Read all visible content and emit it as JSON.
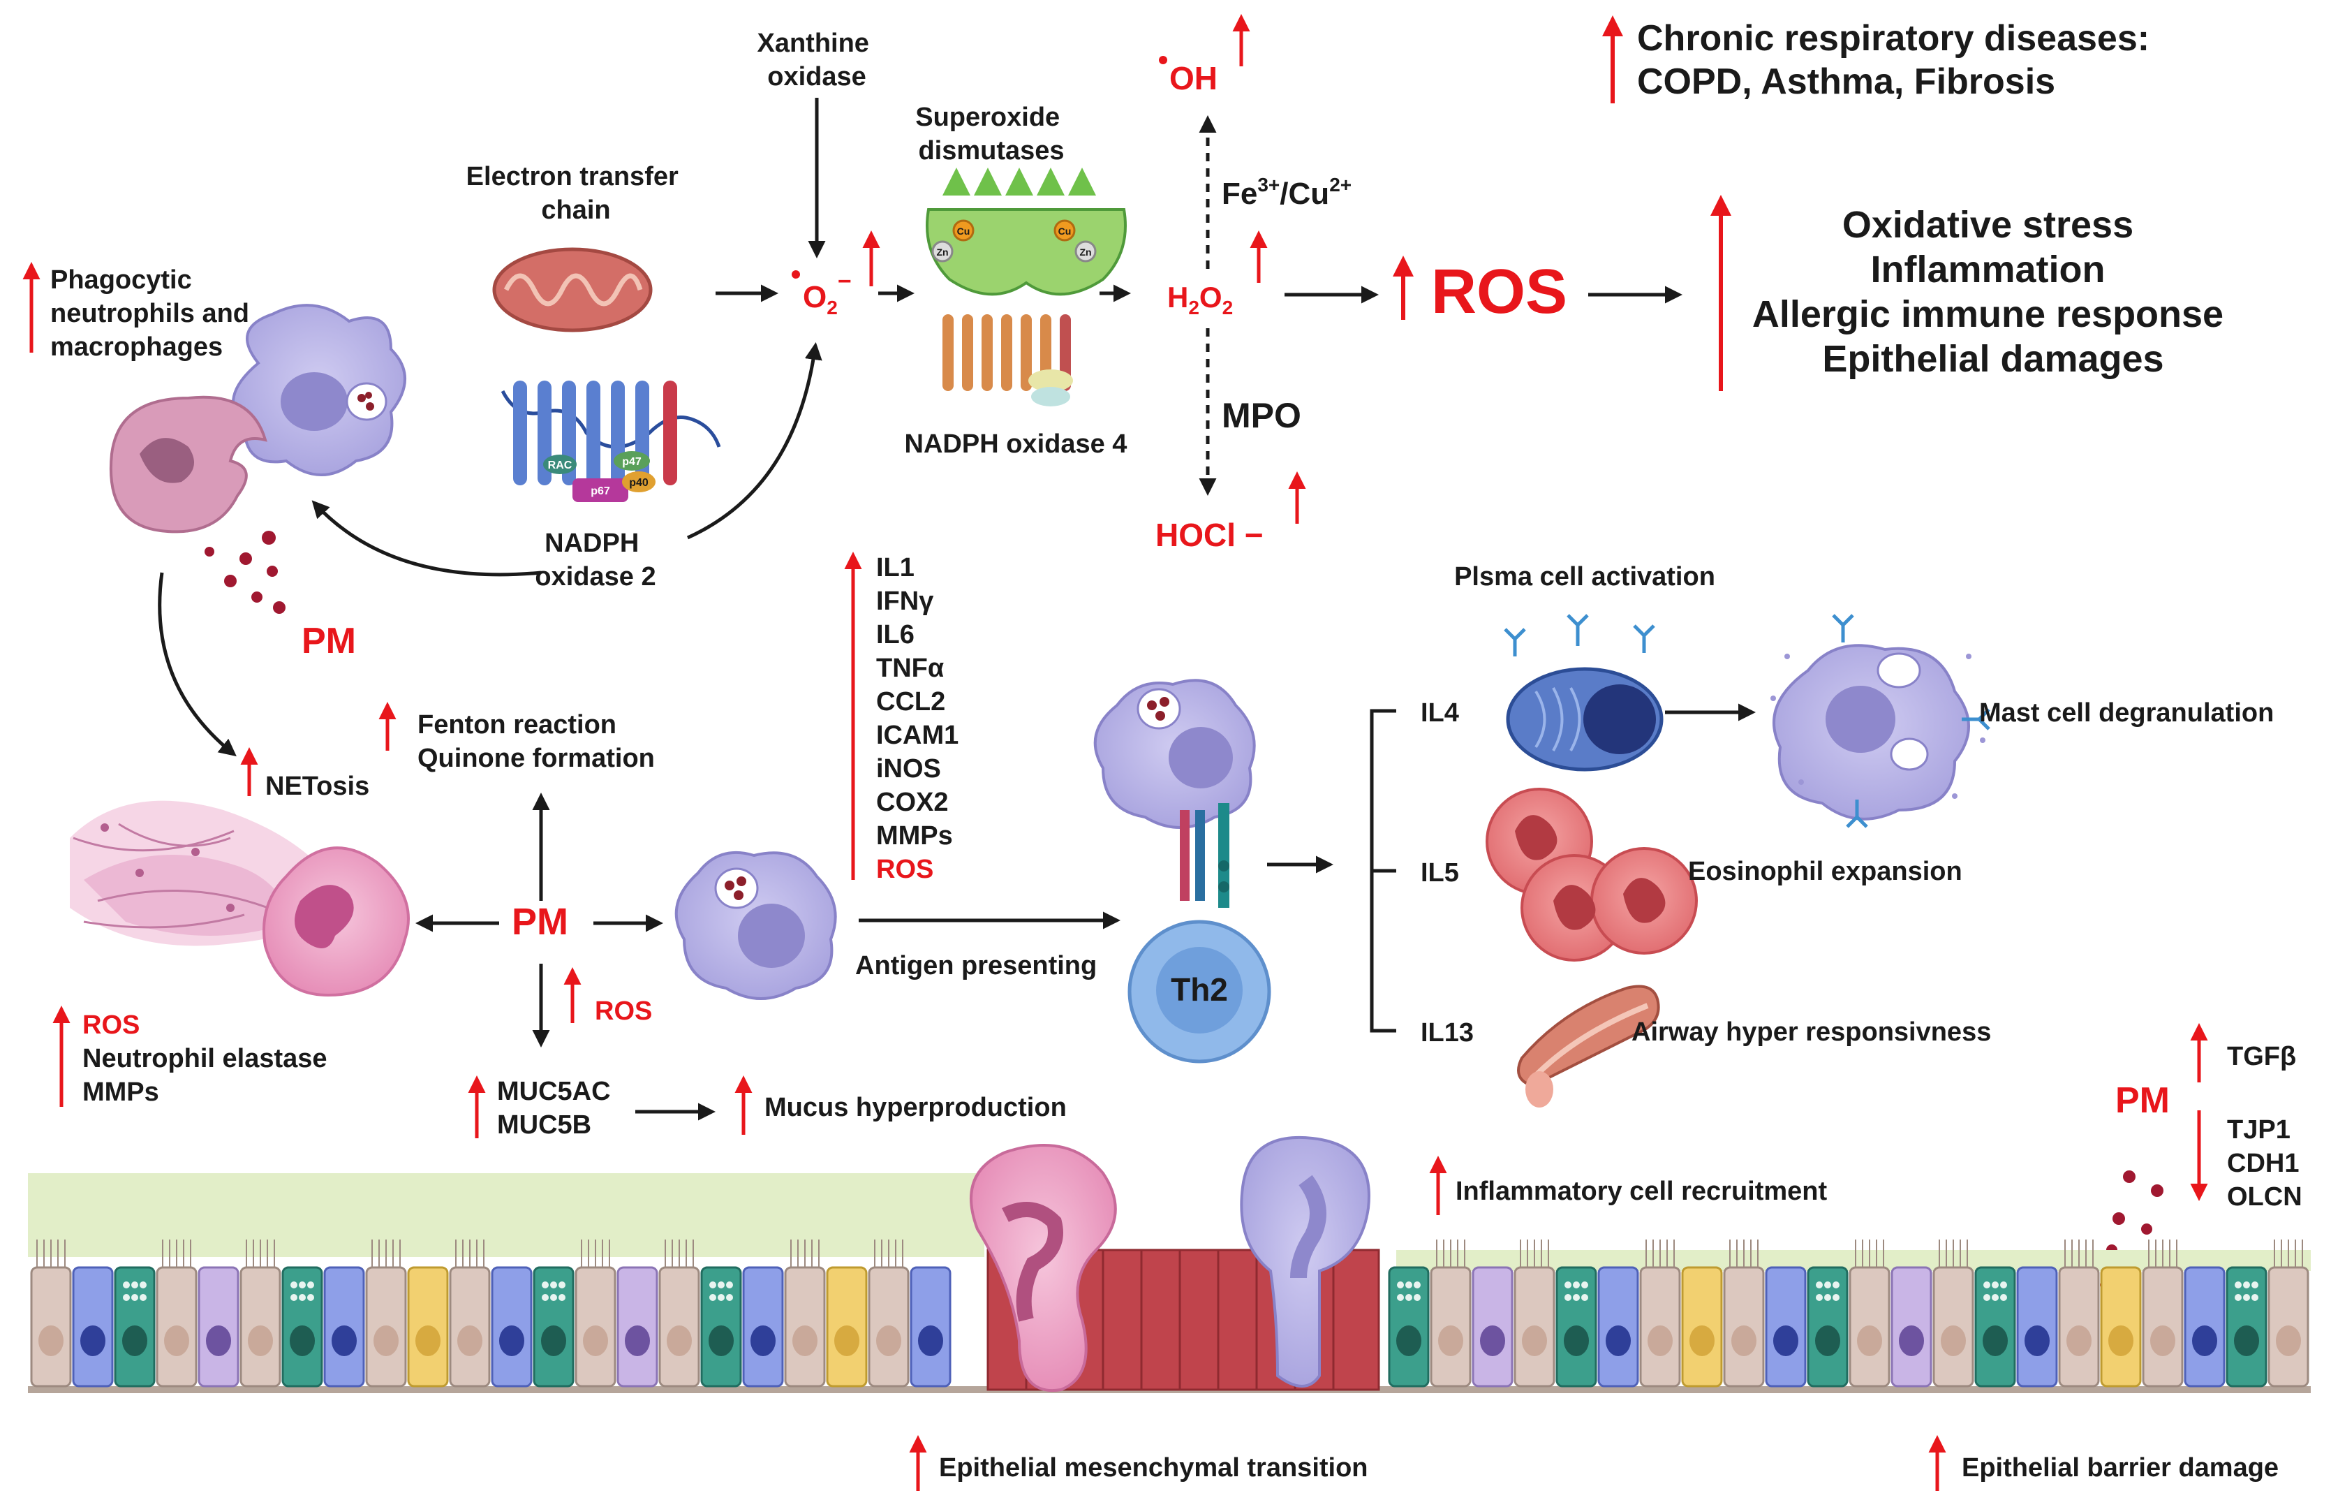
{
  "colors": {
    "red": "#e8161b",
    "text": "#1a1a1a",
    "arrow": "#1a1a1a",
    "mucus_layer": "#e2eec8",
    "epithelium_basal": "#cdbfb6",
    "mesenchymal_cells": "#c0444c",
    "immune_cell": "#b8b3e6",
    "neutrophil": "#ea9fc4"
  },
  "top": {
    "xanthine_oxidase": [
      "Xanthine",
      "oxidase"
    ],
    "electron_transfer_chain": [
      "Electron transfer",
      "chain"
    ],
    "superoxide_dismutases": [
      "Superoxide",
      "dismutases"
    ],
    "nadph_oxidase_4": "NADPH oxidase 4",
    "nadph_oxidase_2": [
      "NADPH",
      "oxidase 2"
    ],
    "superoxide": "O2−",
    "hydroxyl_radical": "OH",
    "metal_ions": "Fe3+/Cu2+",
    "hydrogen_peroxide": "H2O2",
    "mpo": "MPO",
    "hypochlorite": "HOCl −",
    "ros_big": "ROS",
    "chronic_diseases": [
      "Chronic respiratory diseases:",
      "COPD, Asthma, Fibrosis"
    ],
    "outcomes": [
      "Oxidative stress",
      "Inflammation",
      "Allergic immune response",
      "Epithelial damages"
    ],
    "enzyme_labels": [
      "Cu",
      "Zn",
      "RAC",
      "p47",
      "p67",
      "p40"
    ]
  },
  "left": {
    "phagocytic": [
      "Phagocytic",
      "neutrophils and",
      "macrophages"
    ],
    "pm_top": "PM",
    "netosis": "NETosis",
    "fenton": [
      "Fenton reaction",
      "Quinone formation"
    ],
    "pm_center": "PM",
    "neutrophil_products": [
      "ROS",
      "Neutrophil elastase",
      "MMPs"
    ],
    "pm_ros": "ROS",
    "mucins": [
      "MUC5AC",
      "MUC5B"
    ],
    "mucus": "Mucus hyperproduction"
  },
  "middle": {
    "cytokines": [
      "IL1",
      "IFNγ",
      "IL6",
      "TNFα",
      "CCL2",
      "ICAM1",
      "iNOS",
      "COX2",
      "MMPs",
      "ROS"
    ],
    "antigen_presenting": "Antigen presenting",
    "th2": "Th2"
  },
  "right": {
    "plasma_cell": "Plsma cell activation",
    "interleukins": [
      "IL4",
      "IL5",
      "IL13"
    ],
    "mast_cell": "Mast cell degranulation",
    "eosinophil": "Eosinophil expansion",
    "airway": "Airway hyper responsivness",
    "inflammatory_recruitment": "Inflammatory cell recruitment",
    "pm_barrier": "PM",
    "tgfb": "TGFβ",
    "junction_proteins": [
      "TJP1",
      "CDH1",
      "OLCN"
    ]
  },
  "bottom": {
    "emt": "Epithelial mesenchymal transition",
    "barrier_damage": "Epithelial barrier damage"
  }
}
